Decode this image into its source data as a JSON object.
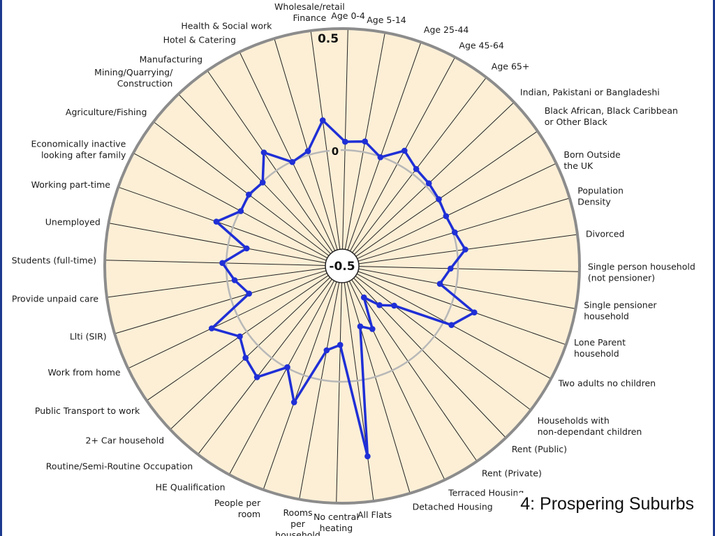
{
  "caption": "4: Prospering Suburbs",
  "colors": {
    "background": "#fcefd6",
    "spoke": "#222222",
    "outer_ring": "#8c8c8c",
    "zero_ring": "#b8b8b8",
    "series": "#1f2fd6",
    "frame_edge": "#1b3a8f"
  },
  "chart_data": {
    "type": "radar",
    "title": "",
    "rlim": [
      -0.5,
      0.5
    ],
    "ring_ticks": [
      {
        "value": -0.5,
        "label": "-0.5"
      },
      {
        "value": 0,
        "label": "0"
      },
      {
        "value": 0.5,
        "label": "0.5"
      }
    ],
    "categories": [
      "Age 0-4",
      "Age 5-14",
      "Age 25-44",
      "Age 45-64",
      "Age 65+",
      "Indian, Pakistani or Bangladeshi",
      "Black African, Black Caribbean\nor Other Black",
      "Born Outside\nthe UK",
      "Population\nDensity",
      "Divorced",
      "Single person household\n(not pensioner)",
      "Single pensioner\nhousehold",
      "Lone Parent\nhousehold",
      "Two adults no children",
      "Households with\nnon-dependant children",
      "Rent (Public)",
      "Rent (Private)",
      "Terraced Housing",
      "Detached Housing",
      "All Flats",
      "No central\nheating",
      "Rooms\nper\nhousehold",
      "People per\nroom",
      "HE Qualification",
      "Routine/Semi-Routine Occupation",
      "2+ Car household",
      "Public Transport to work",
      "Work from home",
      "Llti (SIR)",
      "Provide unpaid care",
      "Students (full-time)",
      "Unemployed",
      "Working part-time",
      "Economically inactive\nlooking after family",
      "Agriculture/Fishing",
      "Mining/Quarrying/\nConstruction",
      "Manufacturing",
      "Hotel & Catering",
      "Health & Social work",
      "Wholesale/retail\nFinance"
    ],
    "series": [
      {
        "name": "",
        "values": [
          0.0,
          0.01,
          -0.04,
          0.03,
          -0.01,
          -0.02,
          -0.03,
          -0.04,
          -0.03,
          0.0,
          -0.07,
          -0.11,
          0.07,
          0.0,
          -0.26,
          -0.31,
          -0.38,
          -0.24,
          -0.27,
          0.3,
          -0.2,
          -0.17,
          0.09,
          -0.04,
          0.07,
          0.04,
          0.0,
          0.09,
          -0.12,
          -0.07,
          -0.02,
          -0.12,
          0.04,
          -0.04,
          -0.03,
          -0.04,
          0.06,
          -0.04,
          -0.02,
          0.1
        ]
      }
    ]
  }
}
